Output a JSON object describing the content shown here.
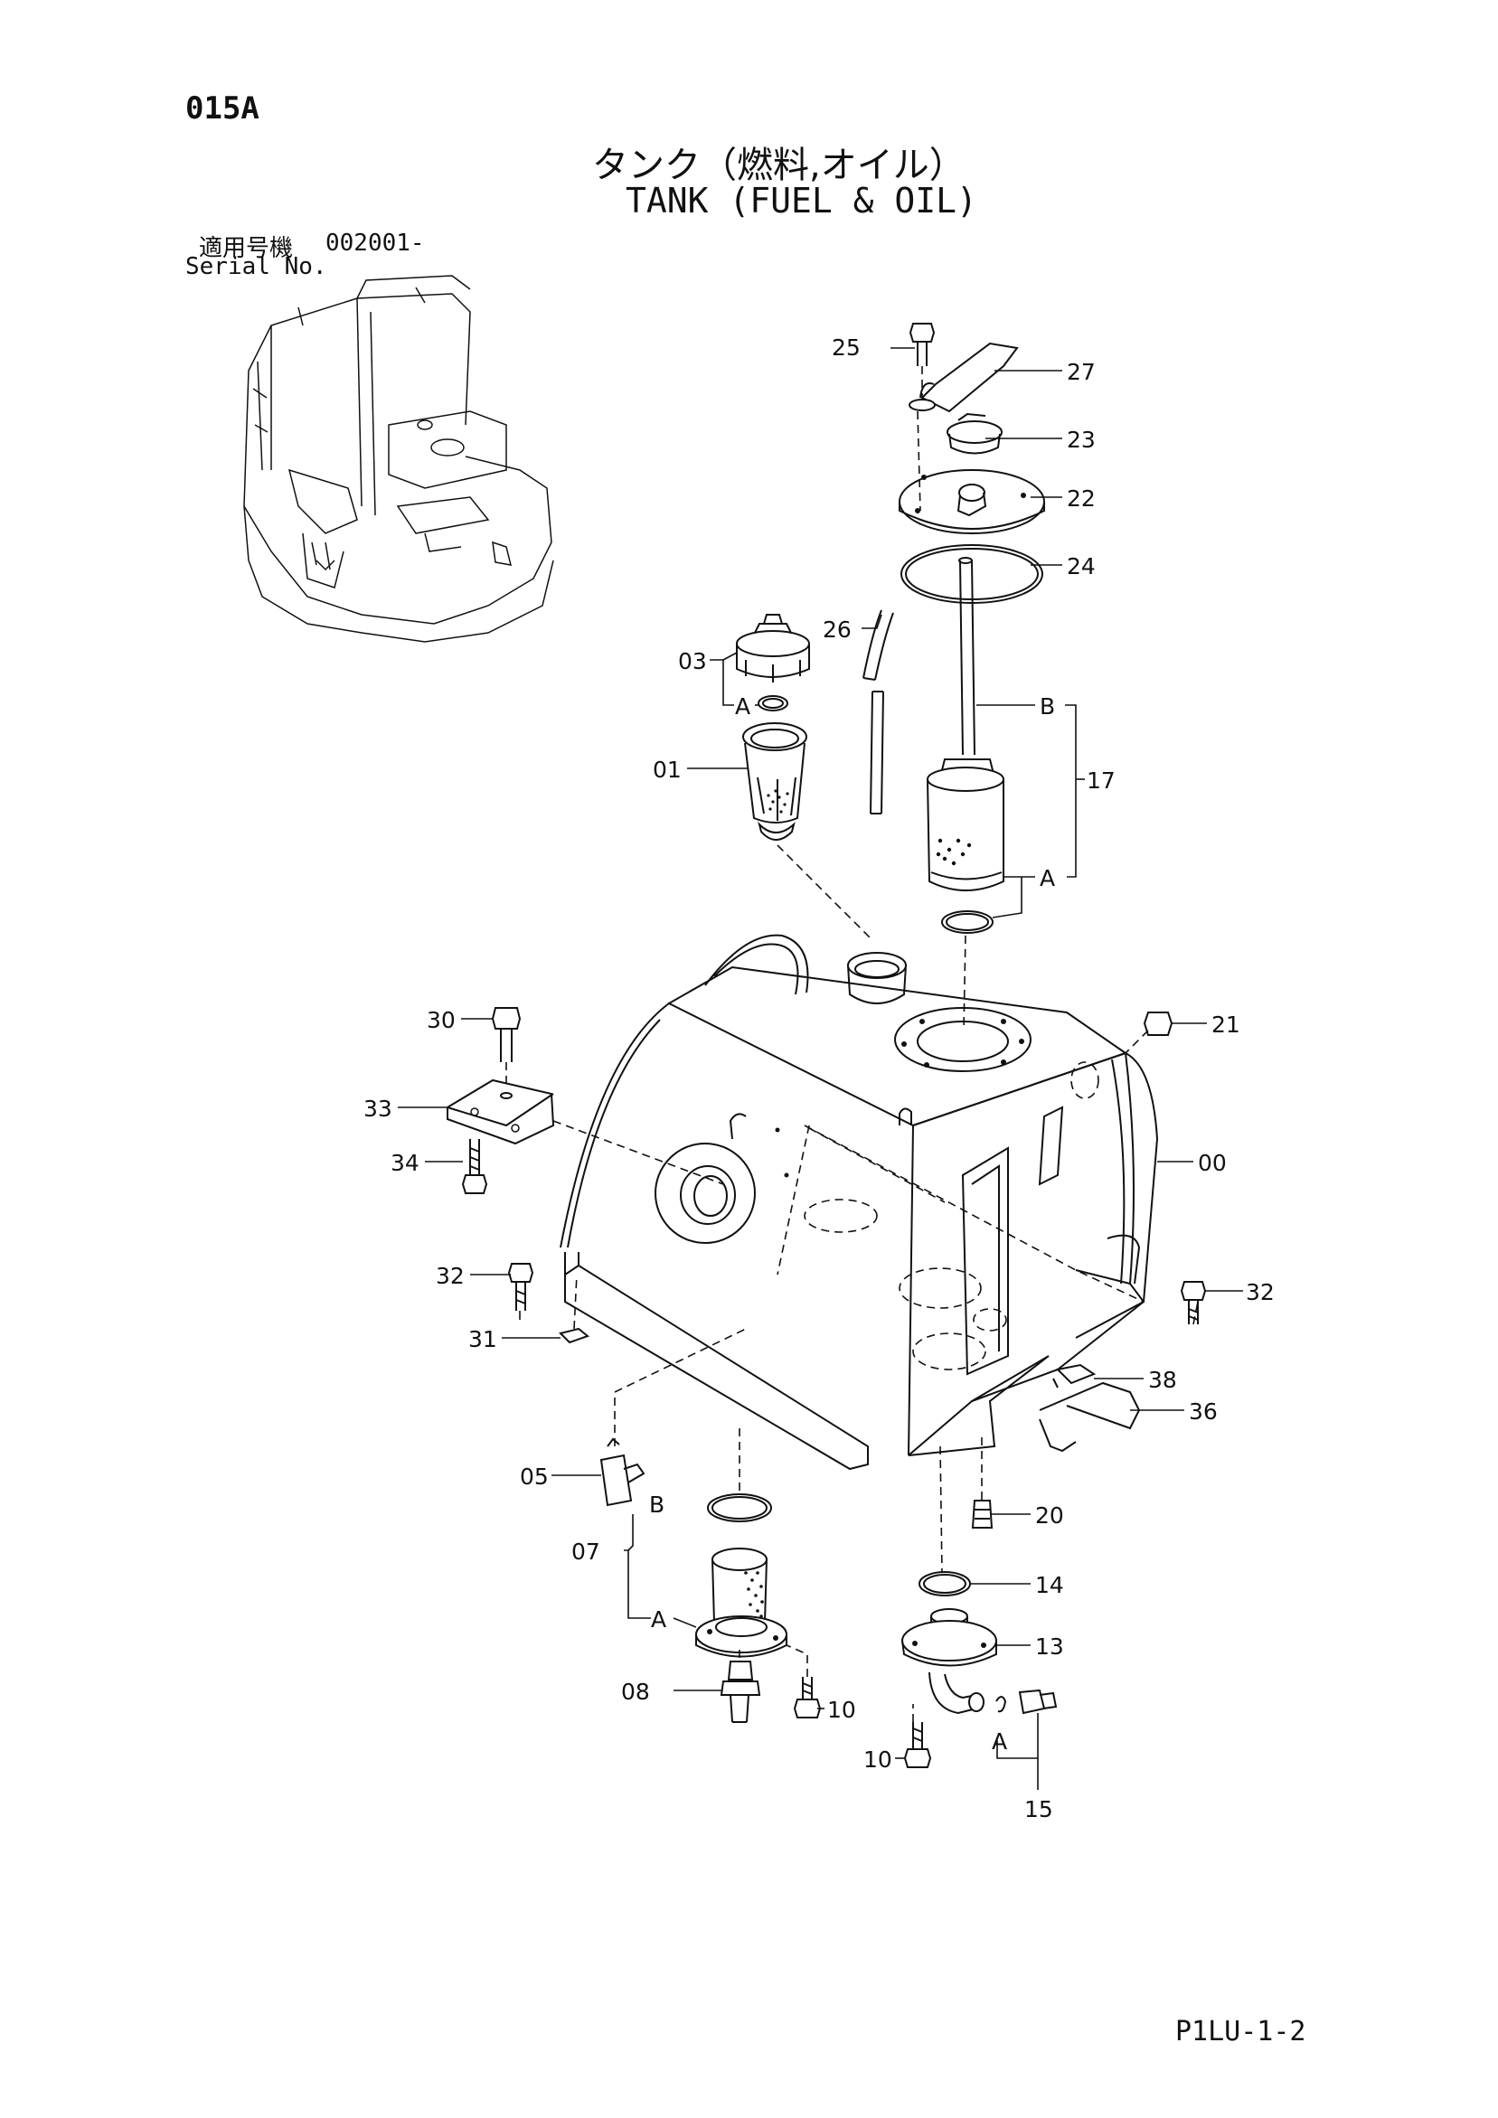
{
  "header": {
    "page_code": "015A",
    "title_jp": "タンク（燃料,オイル）",
    "title_en": "TANK (FUEL & OIL)",
    "serial_label_jp": "適用号機",
    "serial_code": "002001-",
    "serial_label_en": "Serial No."
  },
  "footer": {
    "page_ref": "P1LU-1-2"
  },
  "callouts": {
    "c00": "00",
    "c01": "01",
    "c03": "03",
    "c05": "05",
    "c07": "07",
    "c08": "08",
    "c10a": "10",
    "c10b": "10",
    "c13": "13",
    "c14": "14",
    "c15": "15",
    "c17": "17",
    "c20": "20",
    "c21": "21",
    "c22": "22",
    "c23": "23",
    "c24": "24",
    "c25": "25",
    "c26": "26",
    "c27": "27",
    "c30": "30",
    "c31": "31",
    "c32a": "32",
    "c32b": "32",
    "c33": "33",
    "c34": "34",
    "c36": "36",
    "c38": "38"
  },
  "sub_markers": {
    "a03": "A",
    "b17": "B",
    "a17": "A",
    "b07": "B",
    "a07": "A",
    "a15": "A"
  }
}
